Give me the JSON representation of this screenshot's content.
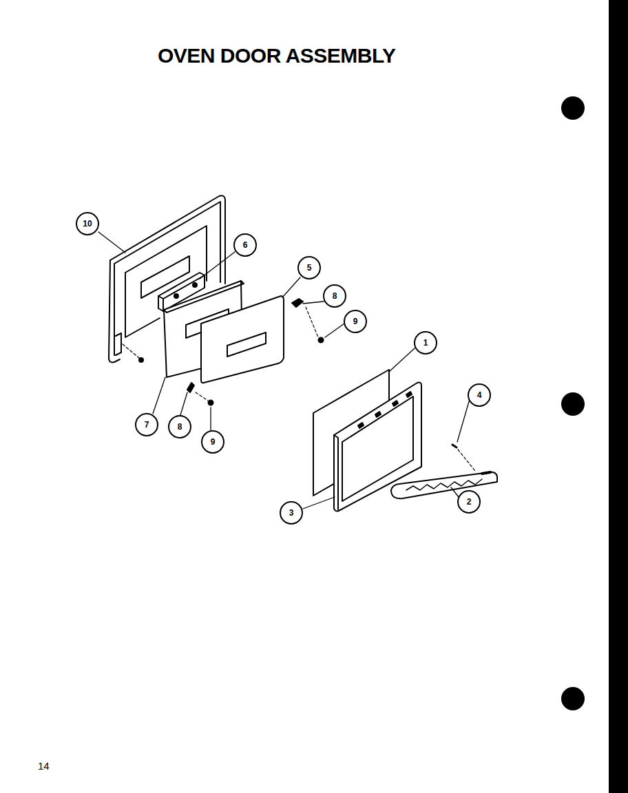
{
  "diagram": {
    "title": "OVEN DOOR ASSEMBLY",
    "nodes": [
      {
        "text": [
          "10"
        ]
      },
      {
        "text": [
          "6"
        ]
      },
      {
        "text": [
          "5"
        ]
      },
      {
        "text": [
          "8"
        ]
      },
      {
        "text": [
          "9"
        ]
      },
      {
        "text": [
          "1"
        ]
      },
      {
        "text": [
          "4"
        ]
      },
      {
        "text": [
          "7"
        ]
      },
      {
        "text": [
          "8"
        ]
      },
      {
        "text": [
          "9"
        ]
      },
      {
        "text": [
          "2"
        ]
      },
      {
        "text": [
          "3"
        ]
      }
    ],
    "labels": [
      "14"
    ]
  }
}
